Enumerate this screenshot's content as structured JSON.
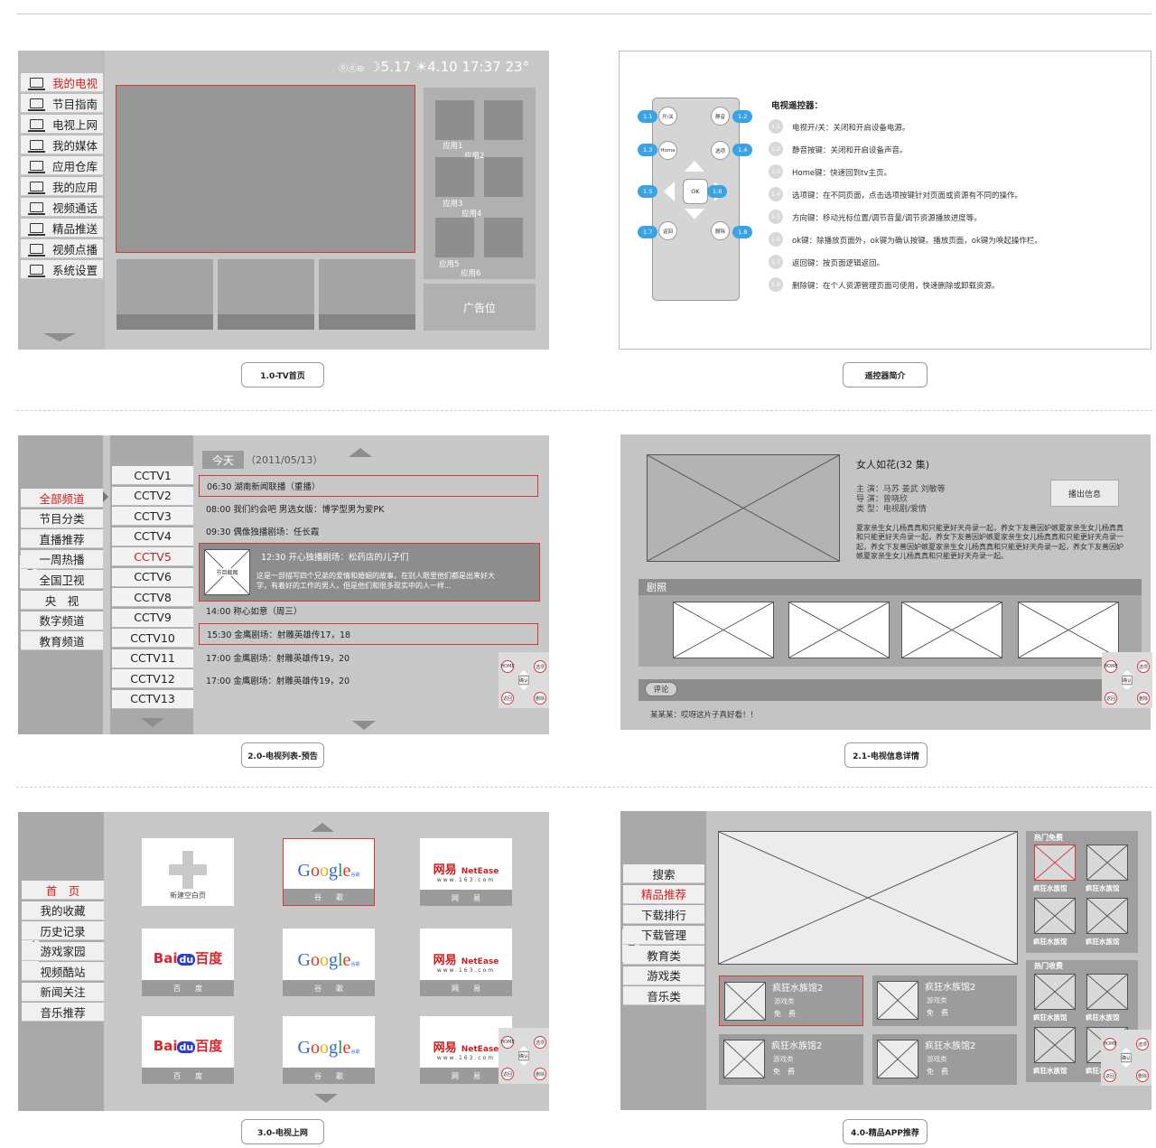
{
  "p1": {
    "status": {
      "icons": "ⓟⓞ⊜",
      "moon": "☽5.17",
      "sun": "☀4.10",
      "time": "17:37",
      "temp": "23°"
    },
    "menu": [
      "我的电视",
      "节目指南",
      "电视上网",
      "我的媒体",
      "应用仓库",
      "我的应用",
      "视频通话",
      "精品推送",
      "视频点播",
      "系统设置"
    ],
    "apps": [
      "应用1",
      "应用2",
      "应用3",
      "应用4",
      "应用5",
      "应用6"
    ],
    "ad": "广告位",
    "caption": "1.0-TV首页"
  },
  "p2": {
    "buttons": {
      "power": "开/关",
      "mute": "静音",
      "home": "Home",
      "option": "选项",
      "ok": "OK",
      "back": "返回",
      "delete": "删除"
    },
    "badges": [
      "1.1",
      "1.2",
      "1.3",
      "1.4",
      "1.5",
      "1.6",
      "1.7",
      "1.8"
    ],
    "title": "电视遥控器：",
    "items": [
      "电视开/关：关闭和开启设备电源。",
      "静音按键：关闭和开启设备声音。",
      "Home键：快速回到tv主页。",
      "选项键：在不同页面，点击选项按键针对页面或资源有不同的操作。",
      "方向键：移动光标位置/调节音量/调节资源播放进度等。",
      "ok键：除播放页面外，ok键为确认按键。播放页面，ok键为唤起操作栏。",
      "返回键：按页面逻辑返回。",
      "删除键：在个人资源管理页面可使用，快速删除或卸载资源。"
    ],
    "caption": "遥控器简介"
  },
  "p3": {
    "menu": [
      "全部频道",
      "节目分类",
      "直播推荐",
      "一周热播",
      "全国卫视",
      "央　视",
      "数字频道",
      "教育频道"
    ],
    "channels": [
      "CCTV1",
      "CCTV2",
      "CCTV3",
      "CCTV4",
      "CCTV5",
      "CCTV6",
      "CCTV8",
      "CCTV9",
      "CCTV10",
      "CCTV11",
      "CCTV12",
      "CCTV13"
    ],
    "today": "今天",
    "date": "（2011/05/13）",
    "programs": [
      "06:30  湖南新闻联播（重播）",
      "08:00  我们约会吧 男选女版：博学型男为爱PK",
      "09:30  偶像独播剧场：任长霞"
    ],
    "featured": {
      "thumb": "节目截图",
      "title": "12:30  开心独播剧场：松药店的儿子们",
      "desc": "这是一部描写四个兄弟的爱情和婚姻的故事，在别人眼里他们都是出来好大学，有着好的工作的男人，但是他们和很多现实中的人一样..."
    },
    "programs2": [
      "14:00  称心如意（周三）",
      "15:30  金鹰剧场：射雕英雄传17，18",
      "17:00  金鹰剧场：射雕英雄传19，20",
      "17:00  金鹰剧场：射雕英雄传19，20"
    ],
    "remote": {
      "home": "HOME",
      "opt": "选项",
      "ok": "确认",
      "back": "返回",
      "del": "删除"
    },
    "caption": "2.0-电视列表-预告"
  },
  "p4": {
    "title": "女人如花(32 集)",
    "cast": "主  演：马苏      姜武      刘敏等",
    "director": "导  演：曾晓欣",
    "genre": "类  型：电视剧/爱情",
    "action": "播出信息",
    "summary": "夏家亲生女儿杨真真和只能更好天舟录一起，养女下友善因妒嫉夏家亲生女儿杨真真和只能更好天舟录一起，养女下友善因妒嫉夏家亲生女儿杨真真和只能更好天舟录一起，养女下友善因妒嫉夏家亲生女儿杨真真和只能更好天舟录一起，养女下友善因妒嫉夏家亲生女儿杨真真和只能更好天舟录一起。",
    "stills": "剧照",
    "comment_tab": "评论",
    "comment": "某某某：哎呀这片子真好看！！",
    "caption": "2.1-电视信息详情"
  },
  "p5": {
    "menu": [
      "首　页",
      "我的收藏",
      "历史记录",
      "游戏家园",
      "视频酷站",
      "新闻关注",
      "音乐推荐"
    ],
    "tiles": [
      {
        "kind": "new",
        "label": "新建空白页"
      },
      {
        "kind": "google",
        "label": "谷　　歌"
      },
      {
        "kind": "netease",
        "label": "网　　易"
      },
      {
        "kind": "baidu",
        "label": "百　　度"
      },
      {
        "kind": "google",
        "label": "谷　　歌"
      },
      {
        "kind": "netease",
        "label": "网　　易"
      },
      {
        "kind": "baidu",
        "label": "百　　度"
      },
      {
        "kind": "google",
        "label": "谷　　歌"
      },
      {
        "kind": "netease",
        "label": "网　　易"
      }
    ],
    "logos": {
      "google": "Google",
      "google_sub": "谷歌",
      "netease": "网易",
      "netease_en": "NetEase",
      "netease_url": "www.163.com",
      "baidu": "Bai",
      "baidu_du": "du",
      "baidu_cn": "百度"
    },
    "caption": "3.0-电视上网"
  },
  "p6": {
    "menu": [
      "搜索",
      "精品推荐",
      "下载排行",
      "下载管理",
      "教育类",
      "游戏类",
      "音乐类"
    ],
    "apps": [
      {
        "name": "疯狂水族馆2",
        "cat": "游戏类",
        "price": "免　费"
      },
      {
        "name": "疯狂水族馆2",
        "cat": "游戏类",
        "price": "免　费"
      },
      {
        "name": "疯狂水族馆2",
        "cat": "游戏类",
        "price": "免　费"
      },
      {
        "name": "疯狂水族馆2",
        "cat": "游戏类",
        "price": "免　费"
      }
    ],
    "hot_free": "热门免费",
    "hot_paid": "热门收费",
    "mini_app": "疯狂水族馆",
    "caption": "4.0-精品APP推荐"
  }
}
